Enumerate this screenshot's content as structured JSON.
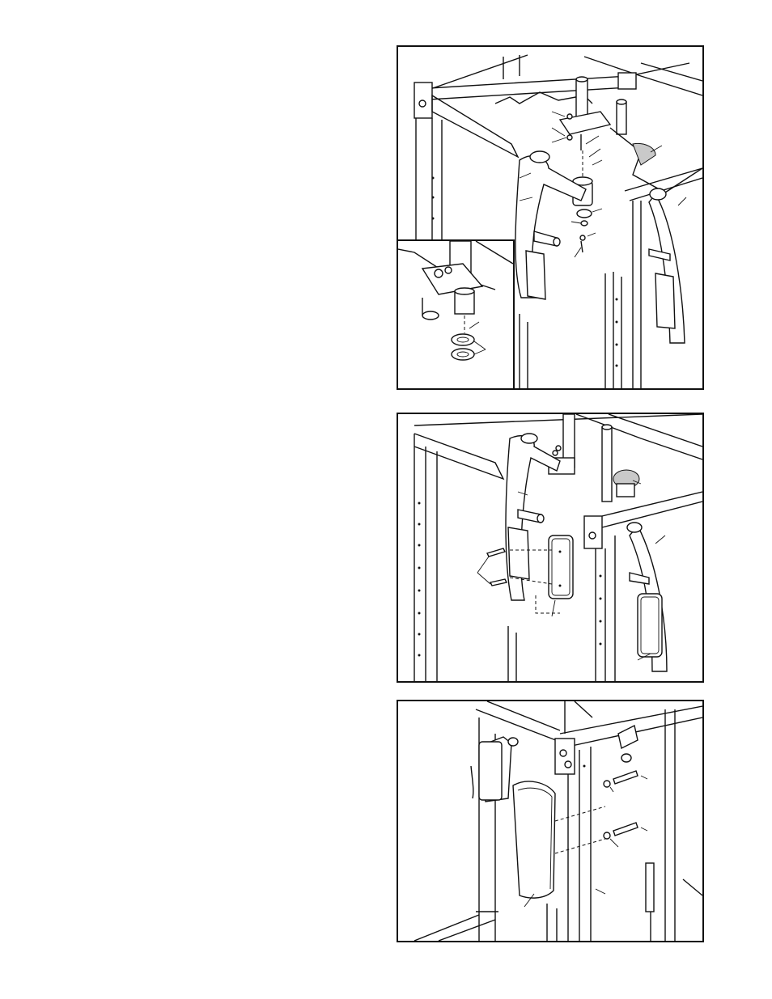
{
  "page": {
    "figures": [
      {
        "id": "figure-1",
        "inset_detail": true
      },
      {
        "id": "figure-2",
        "inset_detail": false
      },
      {
        "id": "figure-3",
        "inset_detail": false
      }
    ]
  },
  "icons": {
    "panel_1": [
      "frame-icon",
      "pivot-arm-icon",
      "bolt-icon",
      "washer-icon",
      "bearing-icon"
    ],
    "panel_2": [
      "frame-icon",
      "pivot-arm-icon",
      "pad-icon",
      "screw-icon"
    ],
    "panel_3": [
      "frame-icon",
      "back-pad-icon",
      "bolt-icon",
      "washer-icon"
    ]
  }
}
